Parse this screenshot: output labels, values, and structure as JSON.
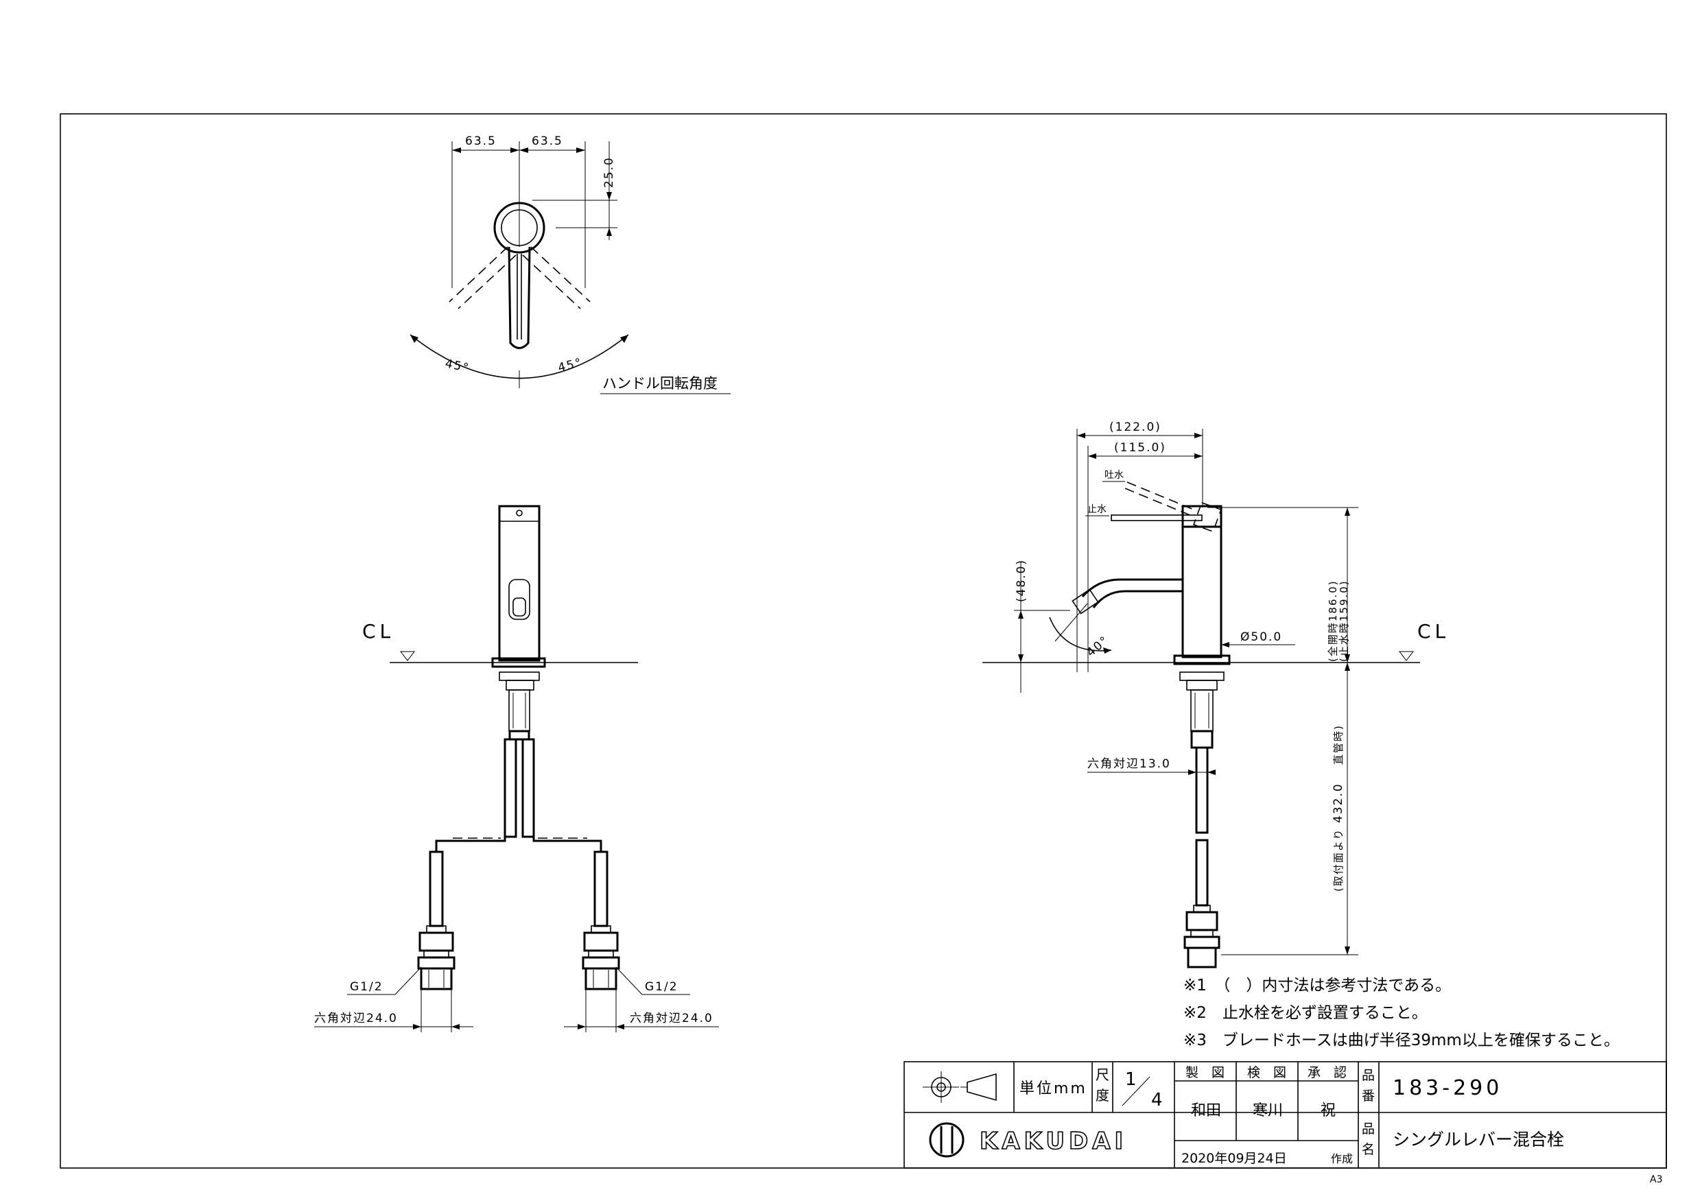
{
  "top_view": {
    "dim_left": "63.5",
    "dim_right": "63.5",
    "dim_vertical": "25.0",
    "angle_left": "45°",
    "angle_right": "45°",
    "caption": "ハンドル回転角度"
  },
  "front_view": {
    "cl_label": "CL",
    "thread_left": "G1/2",
    "thread_right": "G1/2",
    "hex_left": "六角対辺24.0",
    "hex_right": "六角対辺24.0"
  },
  "side_view": {
    "dim_overall": "(122.0)",
    "dim_spout": "(115.0)",
    "label_spout_on": "吐水",
    "label_spout_off": "止水",
    "dim_spout_height": "(48.0)",
    "angle": "40°",
    "diameter": "Ø50.0",
    "cl_label": "CL",
    "height_full_open": "(全開時186.0)",
    "height_closed": "(止水時159.0)",
    "hex_small": "六角対辺13.0",
    "hose_length_prefix": "(取付面より",
    "hose_length": "432.0",
    "hose_length_suffix": "直管時)"
  },
  "notes": [
    "※1　（　）内寸法は参考寸法である。",
    "※2　止水栓を必ず設置すること。",
    "※3　ブレードホースは曲げ半径39mm以上を確保すること。"
  ],
  "title_block": {
    "unit_label": "単位mm",
    "scale_label_1": "尺",
    "scale_label_2": "度",
    "scale_num": "1",
    "scale_den": "4",
    "drawn_label": "製　図",
    "checked_label": "検　図",
    "approved_label": "承　認",
    "drawn_by": "和田",
    "checked_by": "寒川",
    "approved_by": "祝",
    "part_no_label_1": "品",
    "part_no_label_2": "番",
    "part_no": "183-290",
    "part_name_label_1": "品",
    "part_name_label_2": "名",
    "part_name": "シングルレバー混合栓",
    "brand": "KAKUDAI",
    "date": "2020年09月24日",
    "created": "作成"
  },
  "sheet_size": "A3"
}
